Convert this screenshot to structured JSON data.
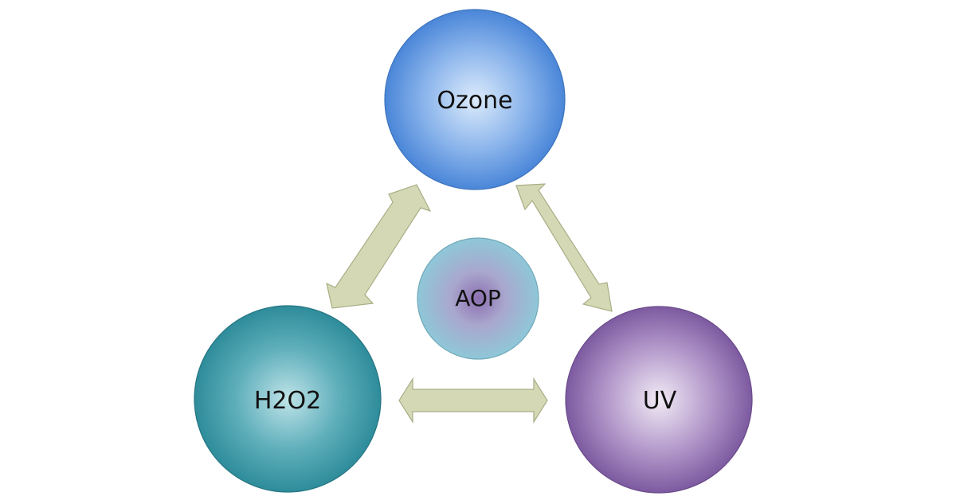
{
  "diagram": {
    "center": {
      "label": "AOP"
    },
    "nodes": [
      {
        "id": "ozone",
        "label": "Ozone"
      },
      {
        "id": "h2o2",
        "label": "H2O2"
      },
      {
        "id": "uv",
        "label": "UV"
      }
    ],
    "connections": [
      {
        "from": "ozone",
        "to": "h2o2",
        "direction": "both"
      },
      {
        "from": "ozone",
        "to": "uv",
        "direction": "both"
      },
      {
        "from": "h2o2",
        "to": "uv",
        "direction": "both"
      }
    ]
  },
  "colors": {
    "ozone": "#4A86D8",
    "h2o2": "#2E8C9A",
    "uv": "#7D5AA0",
    "aop": "#8FC7D8",
    "arrow_fill": "#D4D8B4",
    "arrow_stroke": "#A9AE86"
  }
}
